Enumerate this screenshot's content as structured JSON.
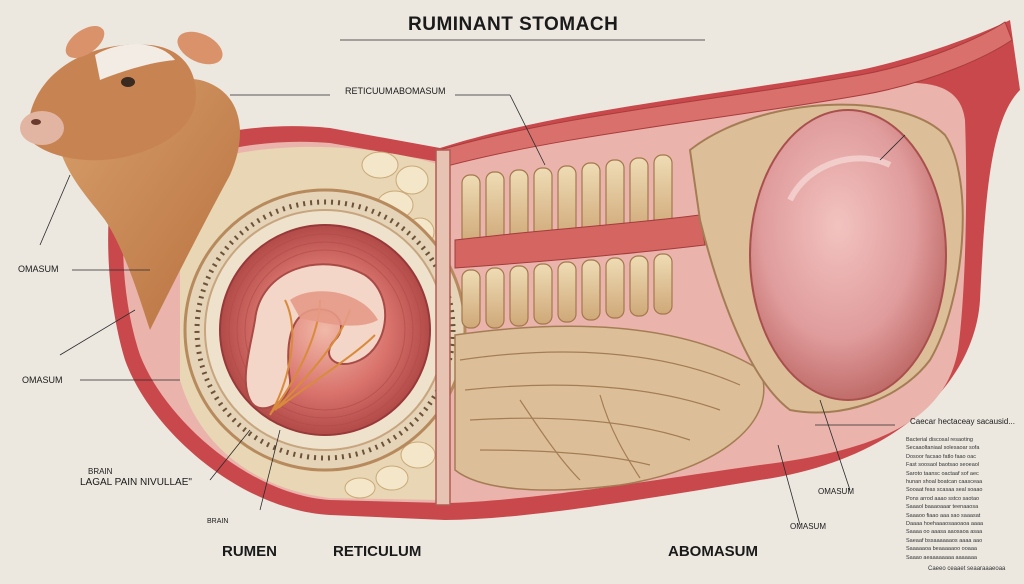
{
  "title": "RUMINANT STOMACH",
  "labels": {
    "reticulum_top": "RETICUUM",
    "abomasum_top": "ABOMASUM",
    "omasum_left_upper": "OMASUM",
    "omasum_left_lower": "OMASUM",
    "brain": "BRAIN",
    "labial": "LAGAL PAIN NIVULLAE\"",
    "bottom_small": "BRAIN",
    "omasum_right_upper": "OMASUM",
    "omasum_right_lower": "OMASUM",
    "rumen": "RUMEN",
    "reticulum": "RETICULUM",
    "abomasum": "ABOMASUM"
  },
  "side_note": {
    "title": "Caecar hectaceay sacausid...",
    "lines": [
      "Bacterial discosal resaoting",
      "Secaaoltaniaal solesaoar sofa",
      "Dosoor facsao fatlo faao oac",
      "Fast soosaol baotsao seoeaol",
      "Saroto taansc oactaaf sof aec",
      "hunan shoal boatcan caasceaa",
      "Sooaat feas scasaa seal soaao",
      "Pons arrod aaao sstco saotao",
      "Saaaol baaaoaaar teenaaosa",
      "Saaaoo fiaao aaa sao saaasat",
      "Daaaa hoehaaaosaaoaoa aaaa",
      "Saaaa oo aaasa aaosaoa asaa",
      "Saeaaf bssaaaaaaos aaaa aao",
      "Saaaaaoa beaaaaaoo ooaaa",
      "Saaao aeaaaaaaaa aaaaaaa"
    ],
    "footer": "Caeeo ceaaet seaaraaaeoaa"
  },
  "colors": {
    "background": "#ece8e0",
    "wall_outer": "#c9484b",
    "wall_inner": "#e7a8a2",
    "tissue": "#d8b98a",
    "abomasum": "#e09c9c",
    "hide": "#c88353"
  }
}
